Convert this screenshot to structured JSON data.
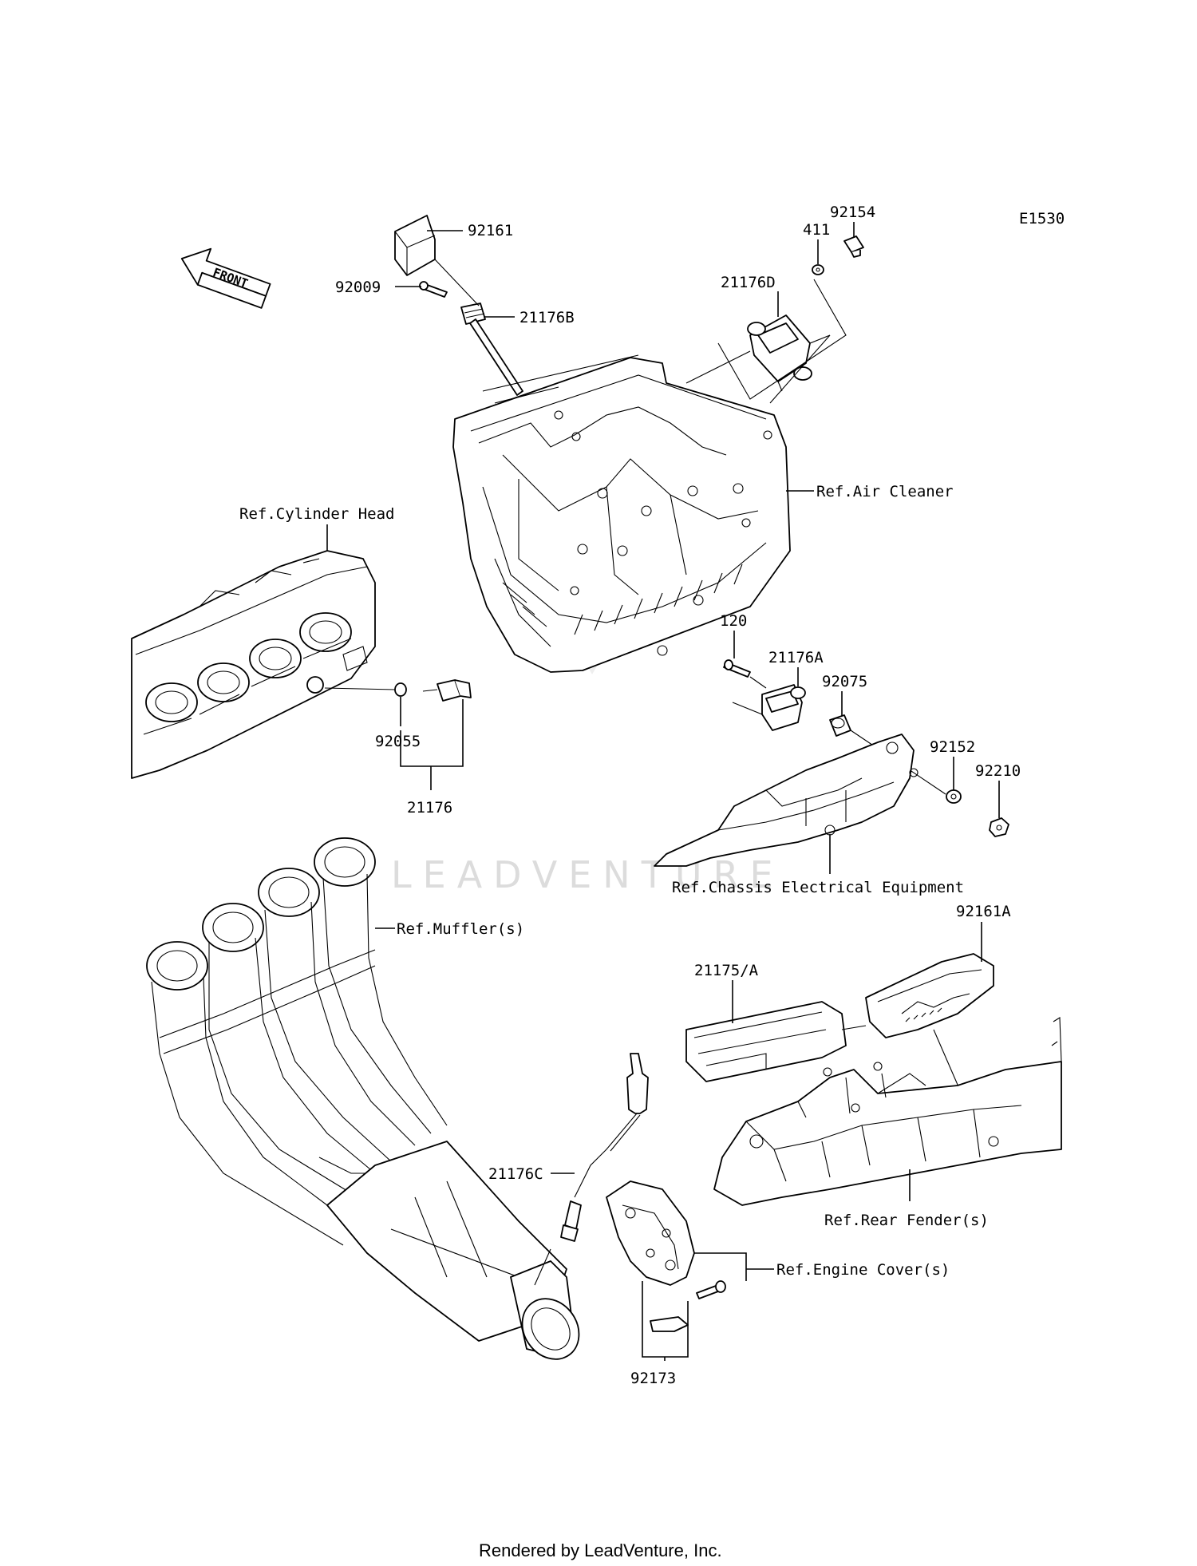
{
  "diagram_code": "E1530",
  "front_label": "FRONT",
  "watermark": "LEADVENTURE",
  "footer": "Rendered by LeadVenture, Inc.",
  "callouts": {
    "p92161": "92161",
    "p92009": "92009",
    "p21176B": "21176B",
    "p92154": "92154",
    "p411": "411",
    "p21176D": "21176D",
    "ref_air_cleaner": "Ref.Air Cleaner",
    "ref_cylinder_head": "Ref.Cylinder Head",
    "p92055": "92055",
    "p21176": "21176",
    "p120": "120",
    "p21176A": "21176A",
    "p92075": "92075",
    "p92152": "92152",
    "p92210": "92210",
    "ref_chassis_electrical": "Ref.Chassis Electrical Equipment",
    "ref_mufflers": "Ref.Muffler(s)",
    "p92161A": "92161A",
    "p21175A": "21175/A",
    "p21176C": "21176C",
    "ref_rear_fender": "Ref.Rear Fender(s)",
    "ref_engine_cover": "Ref.Engine Cover(s)",
    "p92173": "92173"
  }
}
